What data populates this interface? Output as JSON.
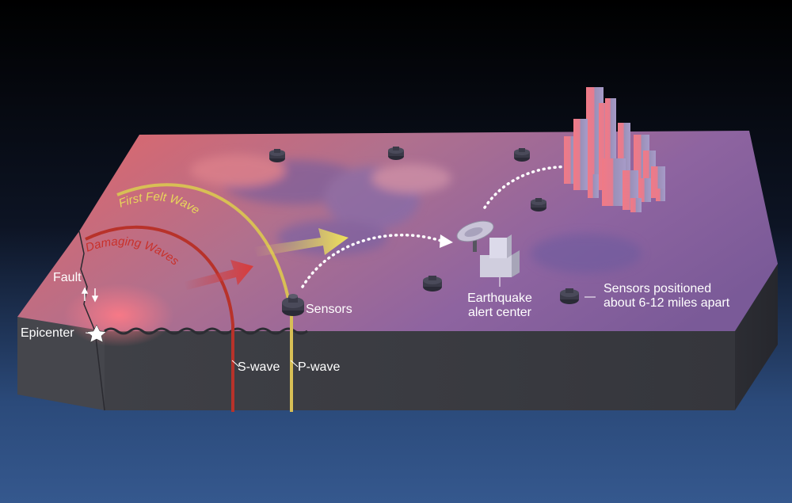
{
  "labels": {
    "first_felt_wave": "First Felt Wave",
    "damaging_waves": "Damaging Waves",
    "fault": "Fault",
    "epicenter": "Epicenter",
    "sensors": "Sensors",
    "alert_center": "Earthquake\nalert center",
    "sensor_spacing": "Sensors positioned\nabout 6-12 miles apart",
    "s_wave": "S-wave",
    "p_wave": "P-wave"
  },
  "colors": {
    "p_wave": "#d8bf55",
    "s_wave": "#b8322a",
    "block_side": "#3a3b41",
    "surface_warm": "#d9686f",
    "surface_cool": "#8a63a0"
  },
  "icons": [
    "star-icon",
    "fault-slip-arrows-icon",
    "satellite-dish-icon",
    "sensor-icon",
    "city-buildings-icon"
  ]
}
